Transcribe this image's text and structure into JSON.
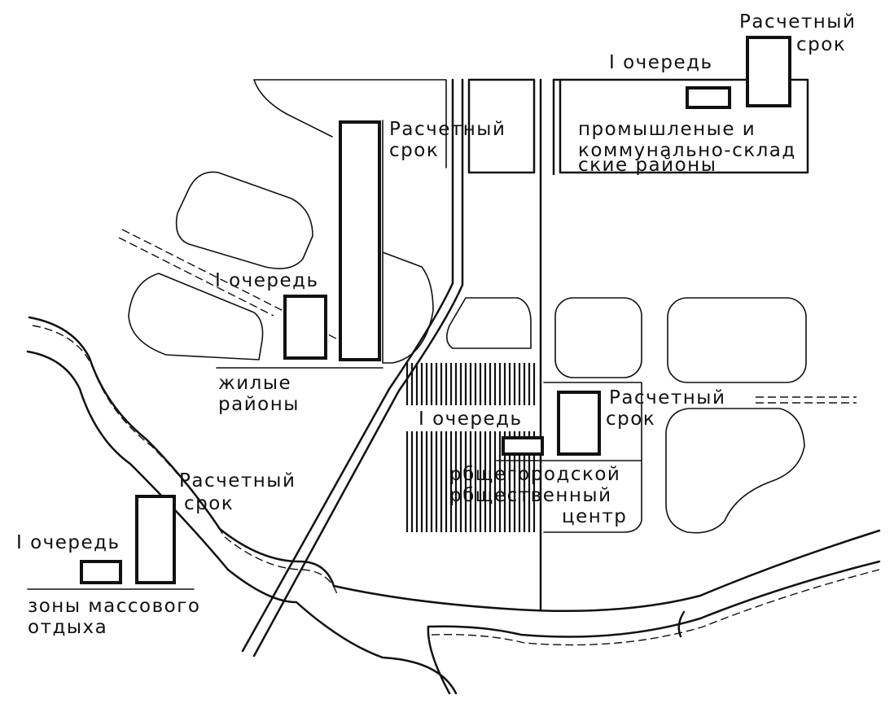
{
  "labels": {
    "nw_future": [
      "Расчетный",
      "срок"
    ],
    "nw_first": "I очередь",
    "residential": [
      "жилые",
      "районы"
    ],
    "ne_future": [
      "Расчетный",
      "срок"
    ],
    "ne_first": "I очередь",
    "industrial": [
      "промышленые и",
      "коммунально-склад",
      "ские районы"
    ],
    "center_first": "I очередь",
    "center_future": [
      "Расчетный",
      "срок"
    ],
    "civic_center": [
      "рбщегородской",
      "рбщественный",
      "центр"
    ],
    "sw_future": [
      "Расчетный",
      "срок"
    ],
    "sw_first": "I очередь",
    "recreation": [
      "зоны массового",
      "отдыха"
    ]
  },
  "legend_pairs": [
    {
      "zone": "residential",
      "first_stage": "I очередь",
      "design_term": "Расчетный срок"
    },
    {
      "zone": "industrial",
      "first_stage": "I очередь",
      "design_term": "Расчетный срок"
    },
    {
      "zone": "civic_center",
      "first_stage": "I очередь",
      "design_term": "Расчетный срок"
    },
    {
      "zone": "recreation",
      "first_stage": "I очередь",
      "design_term": "Расчетный срок"
    }
  ]
}
